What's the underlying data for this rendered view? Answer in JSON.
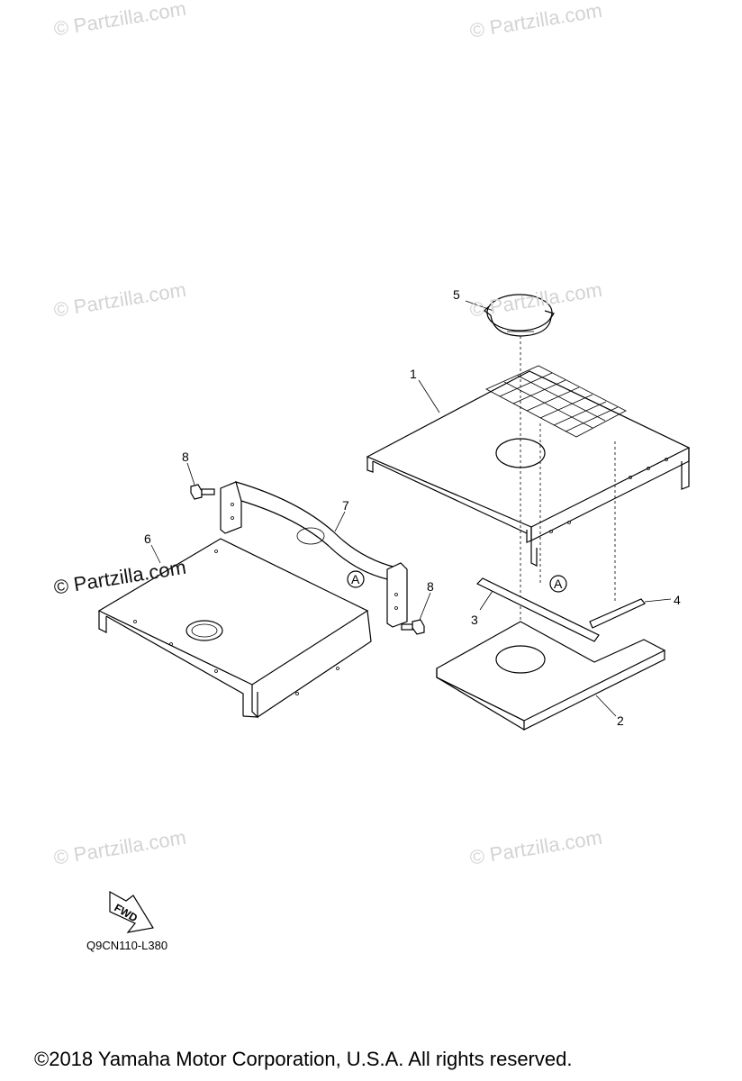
{
  "watermarks": [
    {
      "text": "© Partzilla.com"
    },
    {
      "text": "© Partzilla.com"
    },
    {
      "text": "© Partzilla.com"
    },
    {
      "text": "© Partzilla.com"
    },
    {
      "text": "© Partzilla.com"
    },
    {
      "text": "© Partzilla.com"
    },
    {
      "text": "© Partzilla.com"
    }
  ],
  "diagram": {
    "callouts": [
      "1",
      "2",
      "3",
      "4",
      "5",
      "6",
      "7",
      "8",
      "8"
    ],
    "reference_marks": [
      "A",
      "A"
    ],
    "fwd_label": "FWD",
    "code": "Q9CN110-L380"
  },
  "footer": {
    "copyright": "©2018  Yamaha Motor Corporation, U.S.A. All rights reserved."
  }
}
